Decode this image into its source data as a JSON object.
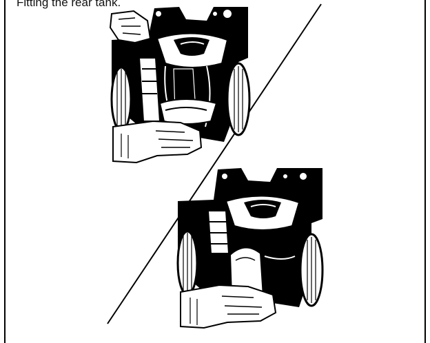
{
  "document": {
    "caption": "Fitting the rear tank."
  },
  "illustration": {
    "upper_panel": "hand-holding-tank-removed",
    "lower_panel": "hand-holding-tank-fitted",
    "ink_color": "#000000",
    "paper_color": "#ffffff"
  }
}
